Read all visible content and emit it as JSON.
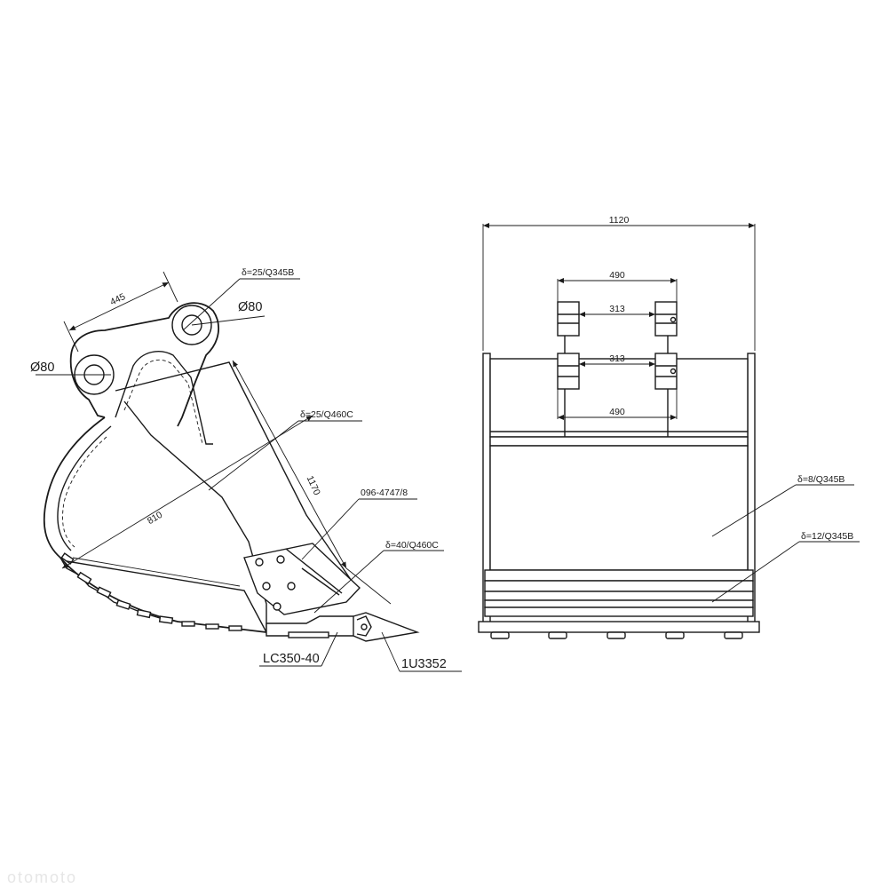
{
  "side_view": {
    "dim_pin_spacing": "445",
    "dim_pin_diameter_top": "Ø80",
    "dim_pin_diameter_left": "Ø80",
    "dim_length": "1170",
    "dim_depth": "810",
    "label_plate_top": "δ=25/Q345B",
    "label_plate_side": "δ=25/Q460C",
    "label_part_number": "096-4747/8",
    "label_edge_plate": "δ=40/Q460C",
    "label_adapter": "LC350-40",
    "label_tooth": "1U3352"
  },
  "front_view": {
    "dim_width": "1120",
    "dim_ear_outer_top": "490",
    "dim_ear_inner_top": "313",
    "dim_ear_inner_bottom": "313",
    "dim_ear_outer_bottom": "490",
    "label_body_plate": "δ=8/Q345B",
    "label_bottom_plate": "δ=12/Q345B"
  },
  "watermark": "otomoto"
}
